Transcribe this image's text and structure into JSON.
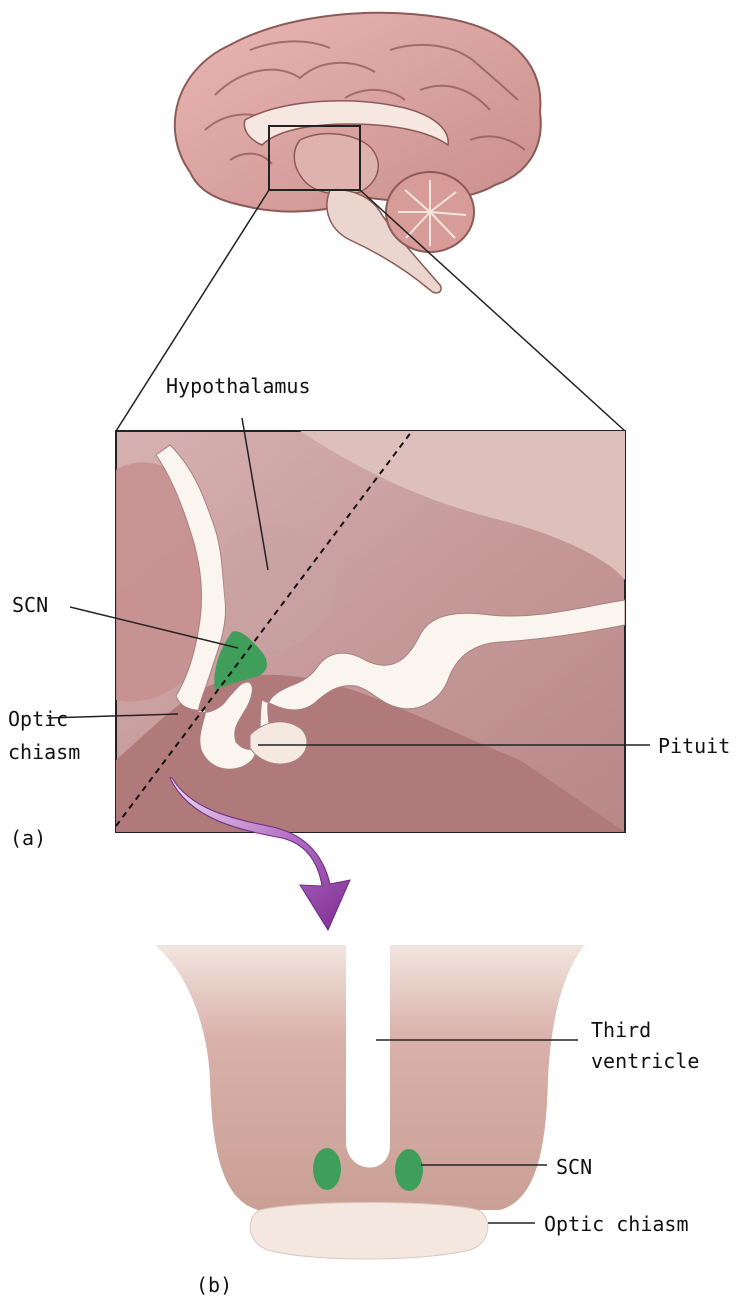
{
  "figure": {
    "panel_a": {
      "marker": "(a)",
      "labels": {
        "hypothalamus": "Hypothalamus",
        "scn": "SCN",
        "optic_line1": "Optic",
        "optic_line2": "chiasm",
        "pituitary": "Pituit"
      }
    },
    "panel_b": {
      "marker": "(b)",
      "labels": {
        "third_line1": "Third",
        "third_line2": "ventricle",
        "scn": "SCN",
        "optic_chiasm": "Optic chiasm"
      }
    }
  },
  "colors": {
    "brain_tissue": "#d39a9a",
    "inset_background": "#c9a0a0",
    "ventricle_white": "#fbf5ef",
    "scn_green": "#3f9e59",
    "arrow_purple": "#8a3d9e",
    "panel_b_tissue": "#cfa39a",
    "optic_chiasm_fill": "#f3e7df"
  }
}
